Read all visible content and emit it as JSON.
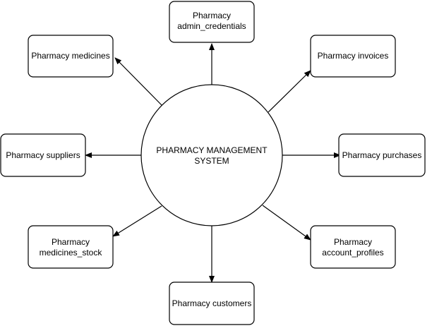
{
  "center": {
    "lines": [
      "PHARMACY MANAGEMENT",
      "SYSTEM"
    ]
  },
  "nodes": [
    {
      "id": "admin-credentials",
      "lines": [
        "Pharmacy",
        "admin_credentials"
      ]
    },
    {
      "id": "medicines",
      "lines": [
        "Pharmacy medicines"
      ]
    },
    {
      "id": "invoices",
      "lines": [
        "Pharmacy invoices"
      ]
    },
    {
      "id": "suppliers",
      "lines": [
        "Pharmacy suppliers"
      ]
    },
    {
      "id": "purchases",
      "lines": [
        "Pharmacy purchases"
      ]
    },
    {
      "id": "medicines-stock",
      "lines": [
        "Pharmacy",
        "medicines_stock"
      ]
    },
    {
      "id": "account-profiles",
      "lines": [
        "Pharmacy",
        "account_profiles"
      ]
    },
    {
      "id": "customers",
      "lines": [
        "Pharmacy customers"
      ]
    }
  ],
  "colors": {
    "stroke": "#000000",
    "fill": "#ffffff",
    "text": "#000000"
  }
}
